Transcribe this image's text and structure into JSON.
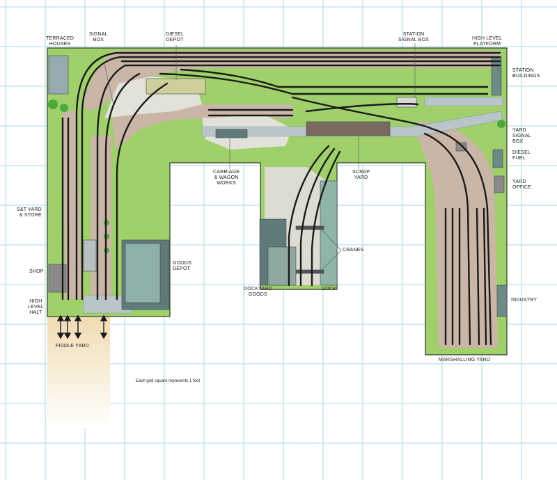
{
  "labels": {
    "terraced_houses": "TERRACED\nHOUSES",
    "signal_box": "SIGNAL\nBOX",
    "diesel_depot": "DIESEL\nDEPOT",
    "station_signal_box": "STATION\nSIGNAL BOX",
    "high_level_platform": "HIGH LEVEL\nPLATFORM",
    "station_buildings": "STATION\nBUILDINGS",
    "yard_signal_box": "YARD\nSIGNAL\nBOX",
    "diesel_fuel": "DIESEL\nFUEL",
    "yard_office": "YARD\nOFFICE",
    "carriage_wagon_works": "CARRIAGE\n& WAGON\nWORKS",
    "scrap_yard": "SCRAP\nYARD",
    "st_yard_store": "S&T YARD\n& STORE",
    "goods_depot": "GOODS\nDEPOT",
    "cranes": "CRANES",
    "shop": "SHOP",
    "high_level_halt": "HIGH\nLEVEL\nHALT",
    "dockyard_goods": "DOCKYARD\nGOODS",
    "dock": "DOCK",
    "industry": "INDUSTRY",
    "fiddle_yard": "FIDDLE YARD",
    "marshalling_yard": "MARSHALLING YARD"
  },
  "scale_note": "Each grid square represents 1 foot",
  "colors": {
    "grid": "#a8dbe8",
    "grass": "#9fd06a",
    "ballast": "#c9b6a6",
    "track": "#1a1a1a",
    "yard_surface": "#e2e2da",
    "road": "#b9c5c9",
    "building": "#6e8a86",
    "fiddle_yard": "#f3e3c3"
  }
}
